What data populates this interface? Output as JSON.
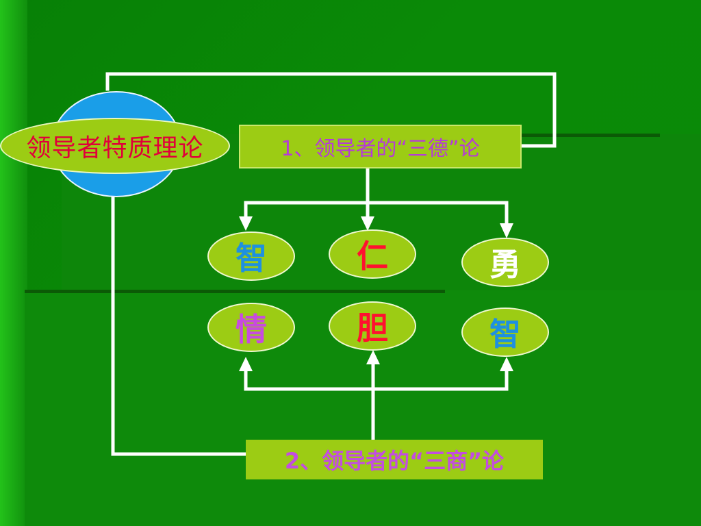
{
  "theory": {
    "title": "领导者特质理论"
  },
  "three_virtues": {
    "label": "1、领导者的“三德”论",
    "items": [
      {
        "text": "智",
        "color": "#1e90e0"
      },
      {
        "text": "仁",
        "color": "#ff1030"
      },
      {
        "text": "勇",
        "color": "#ffffff"
      }
    ]
  },
  "three_quotients": {
    "label": "2、领导者的“三商”论",
    "items": [
      {
        "text": "情",
        "color": "#c84ae0"
      },
      {
        "text": "胆",
        "color": "#ff1030"
      },
      {
        "text": "智",
        "color": "#1e90e0"
      }
    ]
  }
}
